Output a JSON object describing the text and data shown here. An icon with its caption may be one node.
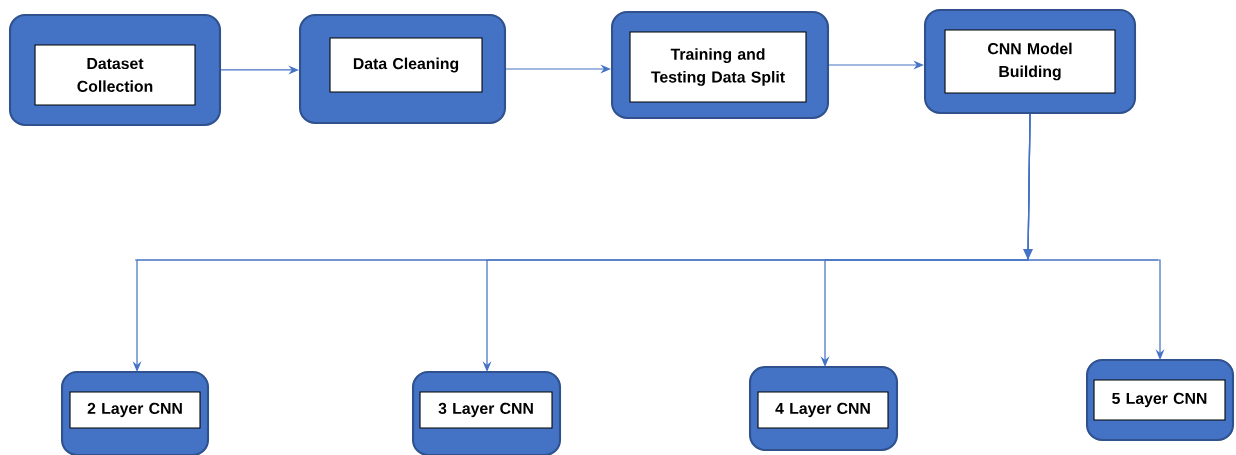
{
  "diagram": {
    "nodes": [
      {
        "text": [
          "Dataset Collection"
        ]
      },
      {
        "text": [
          "Data Cleaning"
        ]
      },
      {
        "text": [
          "Training and Testing Data Split"
        ]
      },
      {
        "text": [
          "CNN Model Building"
        ]
      },
      {
        "text": [
          "2 Layer CNN"
        ]
      },
      {
        "text": [
          "3 Layer CNN"
        ]
      },
      {
        "text": [
          "4 Layer CNN"
        ]
      },
      {
        "text": [
          "5 Layer CNN"
        ]
      }
    ],
    "edges": [
      {
        "from": 0,
        "to": 1,
        "arrow": "to"
      },
      {
        "from": 1,
        "to": 2,
        "arrow": "to"
      },
      {
        "from": 2,
        "to": 3,
        "arrow": "to"
      },
      {
        "from": 3,
        "to": 4,
        "arrow": "to"
      },
      {
        "from": 3,
        "to": 5,
        "arrow": "to"
      },
      {
        "from": 3,
        "to": 6,
        "arrow": "to"
      },
      {
        "from": 3,
        "to": 7,
        "arrow": "to"
      }
    ]
  }
}
